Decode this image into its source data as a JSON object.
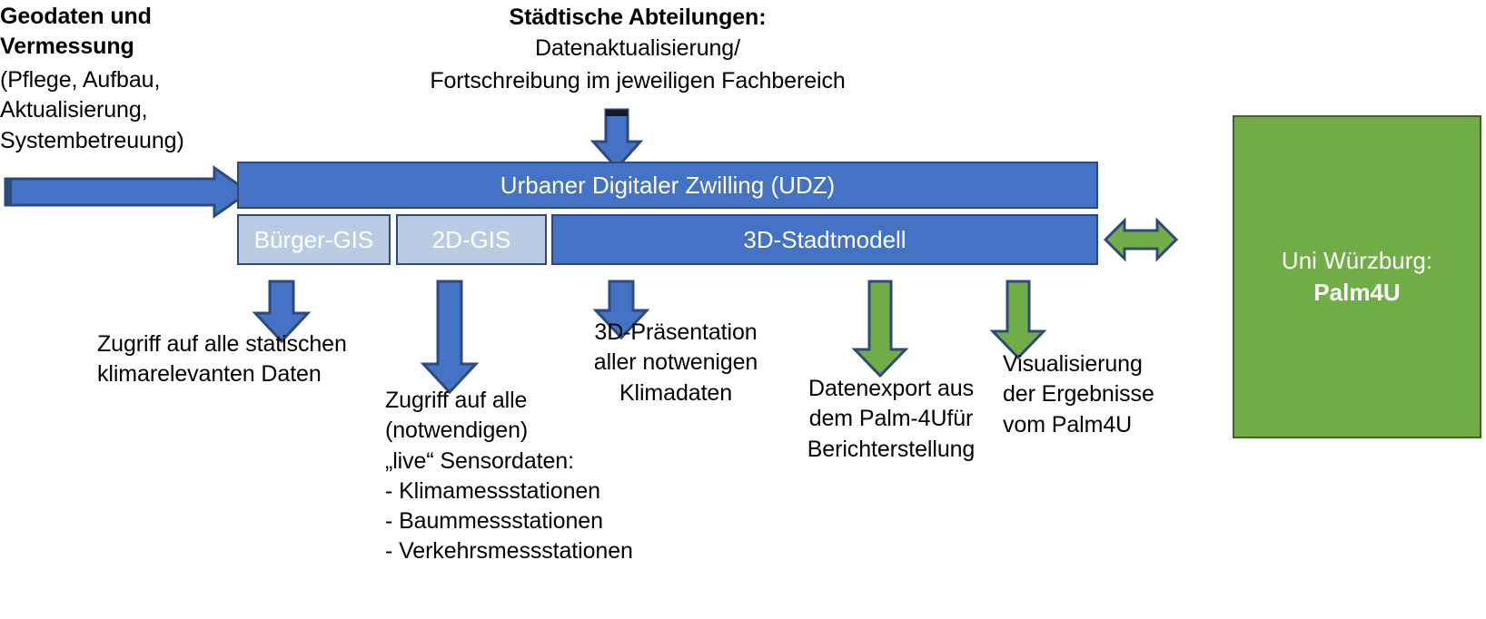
{
  "colors": {
    "blue_fill": "#4472C4",
    "blue_border": "#2E4A7D",
    "blue_light_fill": "#B9CCE4",
    "green_fill": "#70AD47",
    "green_border": "#3F6228",
    "text": "#000000",
    "white": "#FFFFFF"
  },
  "labels": {
    "geodaten_title": "Geodaten und Vermessung",
    "geodaten_body": "(Pflege, Aufbau, Aktualisierung, Systembetreuung)",
    "staedtische_title": "Städtische Abteilungen:",
    "staedtische_body_line1": "Datenaktualisierung/",
    "staedtische_body_line2": "Fortschreibung im jeweiligen Fachbereich",
    "udz": "Urbaner Digitaler Zwilling (UDZ)",
    "buerger_gis": "Bürger-GIS",
    "zwei_d_gis": "2D-GIS",
    "drei_d_stadtmodell": "3D-Stadtmodell",
    "uni_line1": "Uni Würzburg:",
    "uni_line2": "Palm4U",
    "out_static": "Zugriff auf alle statischen\nklimarelevanten Daten",
    "out_sensor": "Zugriff auf alle\n(notwendigen)\n„live“ Sensordaten:\n- Klimamessstationen\n- Baummessstationen\n- Verkehrsmessstationen",
    "out_3d": "3D-Präsentation\naller notwenigen\nKlimadaten",
    "out_export": "Datenexport aus\ndem Palm-4Ufür\nBerichterstellung",
    "out_visual": "Visualisierung\nder Ergebnisse\nvom Palm4U"
  },
  "icons": {
    "arrow_right_geodaten": "arrow-right-icon",
    "arrow_down_staedtische": "arrow-down-icon",
    "arrow_down_buerger": "arrow-down-icon",
    "arrow_down_2dgis": "arrow-down-icon",
    "arrow_down_3d": "arrow-down-icon",
    "arrow_down_export": "arrow-down-icon",
    "arrow_down_visual": "arrow-down-icon",
    "arrow_double_uni": "arrow-left-right-icon"
  }
}
